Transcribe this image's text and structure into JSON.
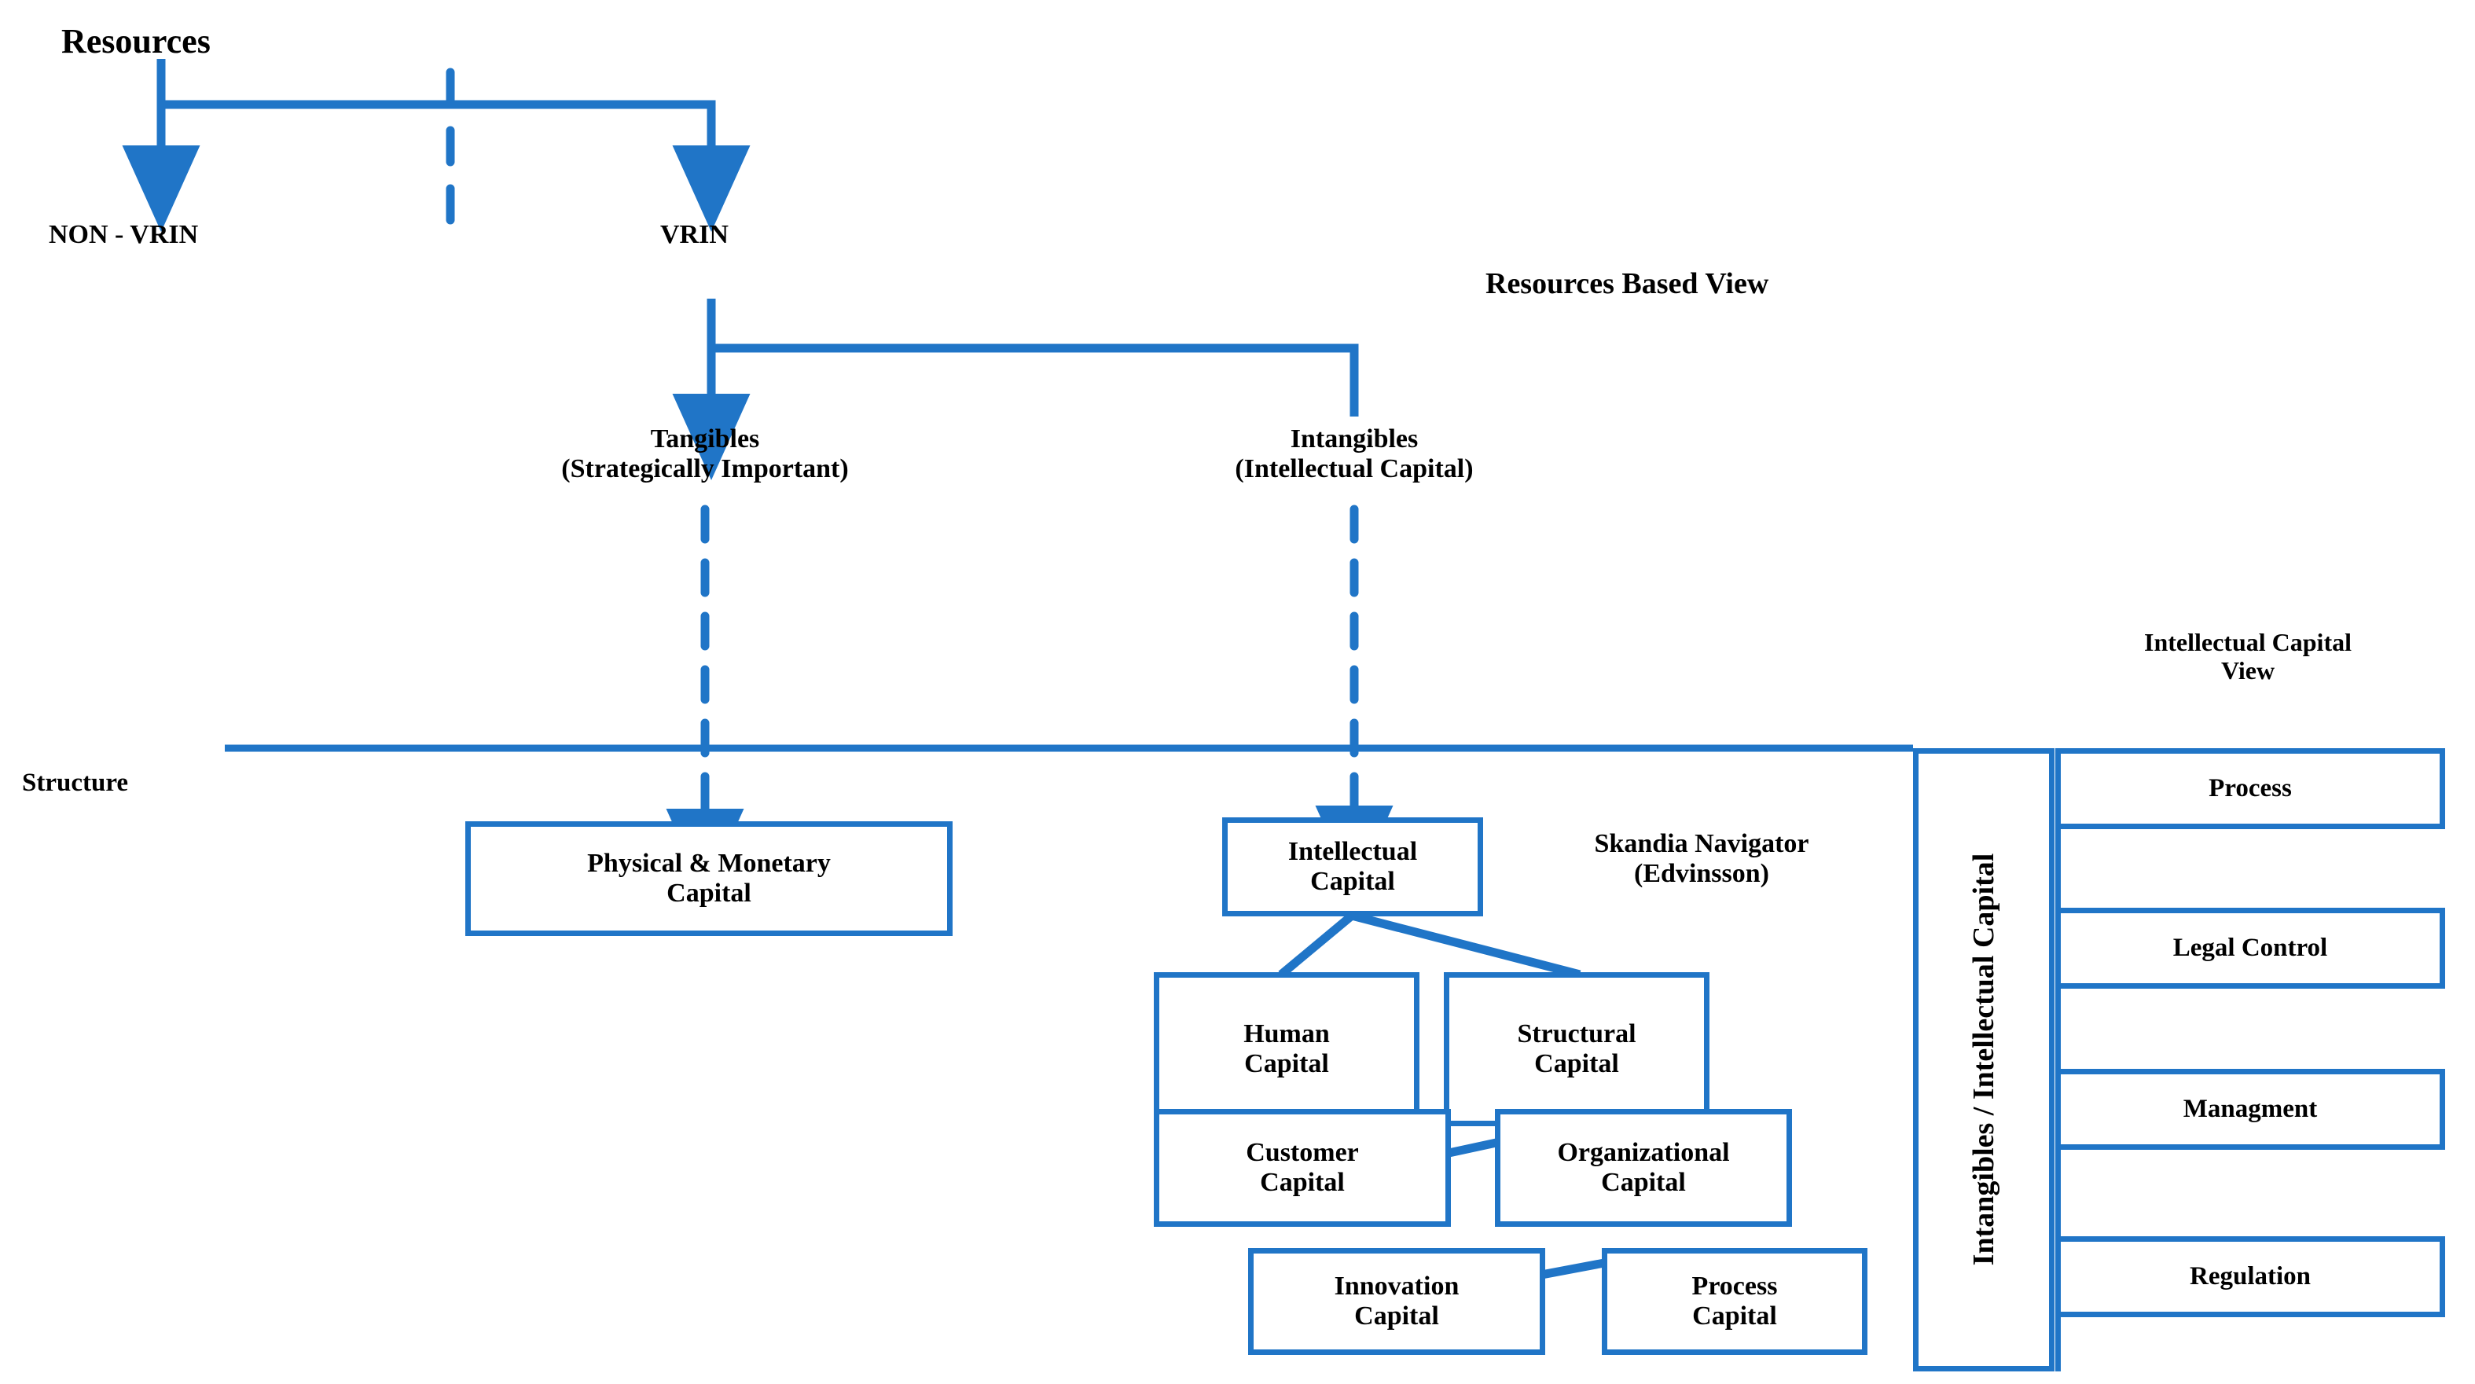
{
  "meta": {
    "accent_color": "#2075c7",
    "text_color": "#000000",
    "background": "#ffffff"
  },
  "headings": {
    "resources": "Resources",
    "rbv_title": "Resources Based View",
    "ic_view_title": "Intellectual Capital\nView",
    "structure": "Structure",
    "skandia": "Skandia Navigator\n(Edvinsson)"
  },
  "branches": {
    "non_vrin": "NON - VRIN",
    "vrin": "VRIN",
    "tangibles": "Tangibles\n(Strategically Important)",
    "intangibles": "Intangibles\n(Intellectual Capital)"
  },
  "boxes": {
    "physical_monetary": "Physical & Monetary\nCapital",
    "intellectual_capital": "Intellectual\nCapital",
    "human_capital": "Human\nCapital",
    "structural_capital": "Structural\nCapital",
    "customer_capital": "Customer\nCapital",
    "organizational_capital": "Organizational\nCapital",
    "innovation_capital": "Innovation\nCapital",
    "process_capital": "Process\nCapital"
  },
  "ic_panel": {
    "vertical_label": "Intangibles / Intellectual Capital",
    "rows": [
      {
        "label": "Process"
      },
      {
        "label": "Legal Control"
      },
      {
        "label": "Managment"
      },
      {
        "label": "Regulation"
      }
    ]
  }
}
